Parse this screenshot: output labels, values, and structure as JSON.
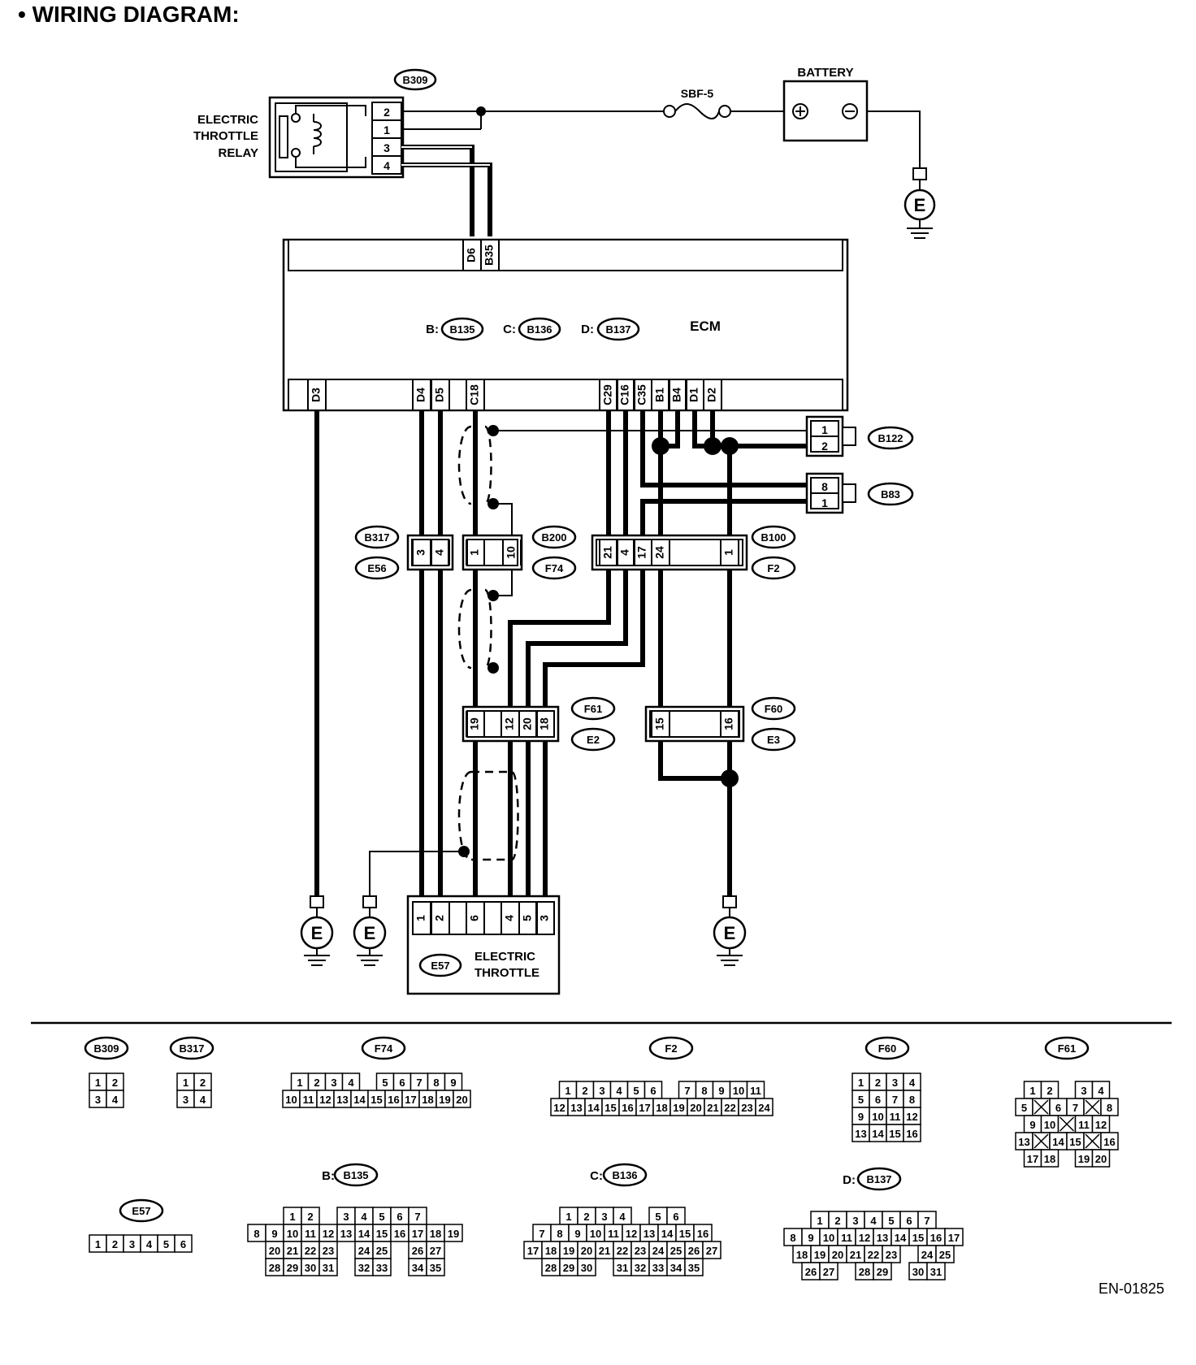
{
  "page_title": "• WIRING DIAGRAM:",
  "document_id": "EN-01825",
  "components": {
    "relay_lines": [
      "ELECTRIC",
      "THROTTLE",
      "RELAY"
    ],
    "relay_connector": "B309",
    "relay_pins": [
      "2",
      "1",
      "3",
      "4"
    ],
    "fuse": "SBF-5",
    "battery": "BATTERY",
    "ground": "E",
    "ecm": "ECM",
    "ecm_connectors": [
      {
        "prefix": "B:",
        "code": "B135"
      },
      {
        "prefix": "C:",
        "code": "B136"
      },
      {
        "prefix": "D:",
        "code": "B137"
      }
    ],
    "throttle_lines": [
      "ELECTRIC",
      "THROTTLE"
    ],
    "throttle_connector": "E57"
  },
  "ecm_top_pins": [
    "D6",
    "B35"
  ],
  "ecm_bottom_pins": [
    "D3",
    "D4",
    "D5",
    "C18",
    "C29",
    "C16",
    "C35",
    "B1",
    "B4",
    "D1",
    "D2"
  ],
  "side_connectors": {
    "b122": {
      "code": "B122",
      "pins": [
        "1",
        "2"
      ]
    },
    "b83": {
      "code": "B83",
      "pins": [
        "8",
        "1"
      ]
    }
  },
  "inline_connectors": {
    "b317": {
      "top": "B317",
      "bottom": "E56",
      "pins": [
        "3",
        "4"
      ]
    },
    "b200": {
      "top": "B200",
      "bottom": "F74",
      "pins": [
        "1",
        "10"
      ]
    },
    "b100": {
      "top": "B100",
      "bottom": "F2",
      "pins": [
        "21",
        "4",
        "17",
        "24",
        "1"
      ]
    },
    "f61": {
      "top": "F61",
      "bottom": "E2",
      "pins": [
        "19",
        "12",
        "20",
        "18"
      ]
    },
    "f60": {
      "top": "F60",
      "bottom": "E3",
      "pins": [
        "15",
        "16"
      ]
    }
  },
  "throttle_pins": [
    "1",
    "2",
    "6",
    "4",
    "5",
    "3"
  ],
  "connector_views": {
    "b309": {
      "label": "B309",
      "rows": [
        [
          "1",
          "2"
        ],
        [
          "3",
          "4"
        ]
      ]
    },
    "b317": {
      "label": "B317",
      "rows": [
        [
          "1",
          "2"
        ],
        [
          "3",
          "4"
        ]
      ]
    },
    "f74": {
      "label": "F74",
      "rows": [
        [
          "1",
          "2",
          "3",
          "4",
          "",
          "5",
          "6",
          "7",
          "8",
          "9"
        ],
        [
          "10",
          "11",
          "12",
          "13",
          "14",
          "15",
          "16",
          "17",
          "18",
          "19",
          "20"
        ]
      ]
    },
    "f2": {
      "label": "F2",
      "rows": [
        [
          "1",
          "2",
          "3",
          "4",
          "5",
          "6",
          "",
          "7",
          "8",
          "9",
          "10",
          "11"
        ],
        [
          "12",
          "13",
          "14",
          "15",
          "16",
          "17",
          "18",
          "19",
          "20",
          "21",
          "22",
          "23",
          "24"
        ]
      ]
    },
    "f60": {
      "label": "F60",
      "rows": [
        [
          "1",
          "2",
          "3",
          "4"
        ],
        [
          "5",
          "6",
          "7",
          "8"
        ],
        [
          "9",
          "10",
          "11",
          "12"
        ],
        [
          "13",
          "14",
          "15",
          "16"
        ]
      ]
    },
    "f61": {
      "label": "F61",
      "rows": [
        [
          "1",
          "2",
          "",
          "3",
          "4"
        ],
        [
          "5",
          "X",
          "6",
          "7",
          "X",
          "8"
        ],
        [
          "9",
          "10",
          "X",
          "11",
          "12"
        ],
        [
          "13",
          "X",
          "14",
          "15",
          "X",
          "16"
        ],
        [
          "17",
          "18",
          "",
          "19",
          "20"
        ]
      ]
    },
    "e57": {
      "label": "E57",
      "rows": [
        [
          "1",
          "2",
          "3",
          "4",
          "5",
          "6"
        ]
      ]
    },
    "b135": {
      "prefix": "B:",
      "label": "B135",
      "rows": [
        [
          "1",
          "2",
          "",
          "3",
          "4",
          "5",
          "6",
          "7"
        ],
        [
          "8",
          "9",
          "10",
          "11",
          "12",
          "13",
          "14",
          "15",
          "16",
          "17",
          "18",
          "19"
        ],
        [
          "20",
          "21",
          "22",
          "23",
          "",
          "24",
          "25",
          "",
          "26",
          "27"
        ],
        [
          "28",
          "29",
          "30",
          "31",
          "",
          "32",
          "33",
          "",
          "34",
          "35"
        ]
      ]
    },
    "b136": {
      "prefix": "C:",
      "label": "B136",
      "rows": [
        [
          "1",
          "2",
          "3",
          "4",
          "",
          "5",
          "6"
        ],
        [
          "7",
          "8",
          "9",
          "10",
          "11",
          "12",
          "13",
          "14",
          "15",
          "16"
        ],
        [
          "17",
          "18",
          "19",
          "20",
          "21",
          "22",
          "23",
          "24",
          "25",
          "26",
          "27"
        ],
        [
          "28",
          "29",
          "30",
          "",
          "31",
          "32",
          "33",
          "34",
          "35"
        ]
      ]
    },
    "b137": {
      "prefix": "D:",
      "label": "B137",
      "rows": [
        [
          "1",
          "2",
          "3",
          "4",
          "5",
          "6",
          "7"
        ],
        [
          "8",
          "9",
          "10",
          "11",
          "12",
          "13",
          "14",
          "15",
          "16",
          "17"
        ],
        [
          "18",
          "19",
          "20",
          "21",
          "22",
          "23",
          "",
          "24",
          "25"
        ],
        [
          "26",
          "27",
          "",
          "28",
          "29",
          "",
          "30",
          "31"
        ]
      ]
    }
  }
}
